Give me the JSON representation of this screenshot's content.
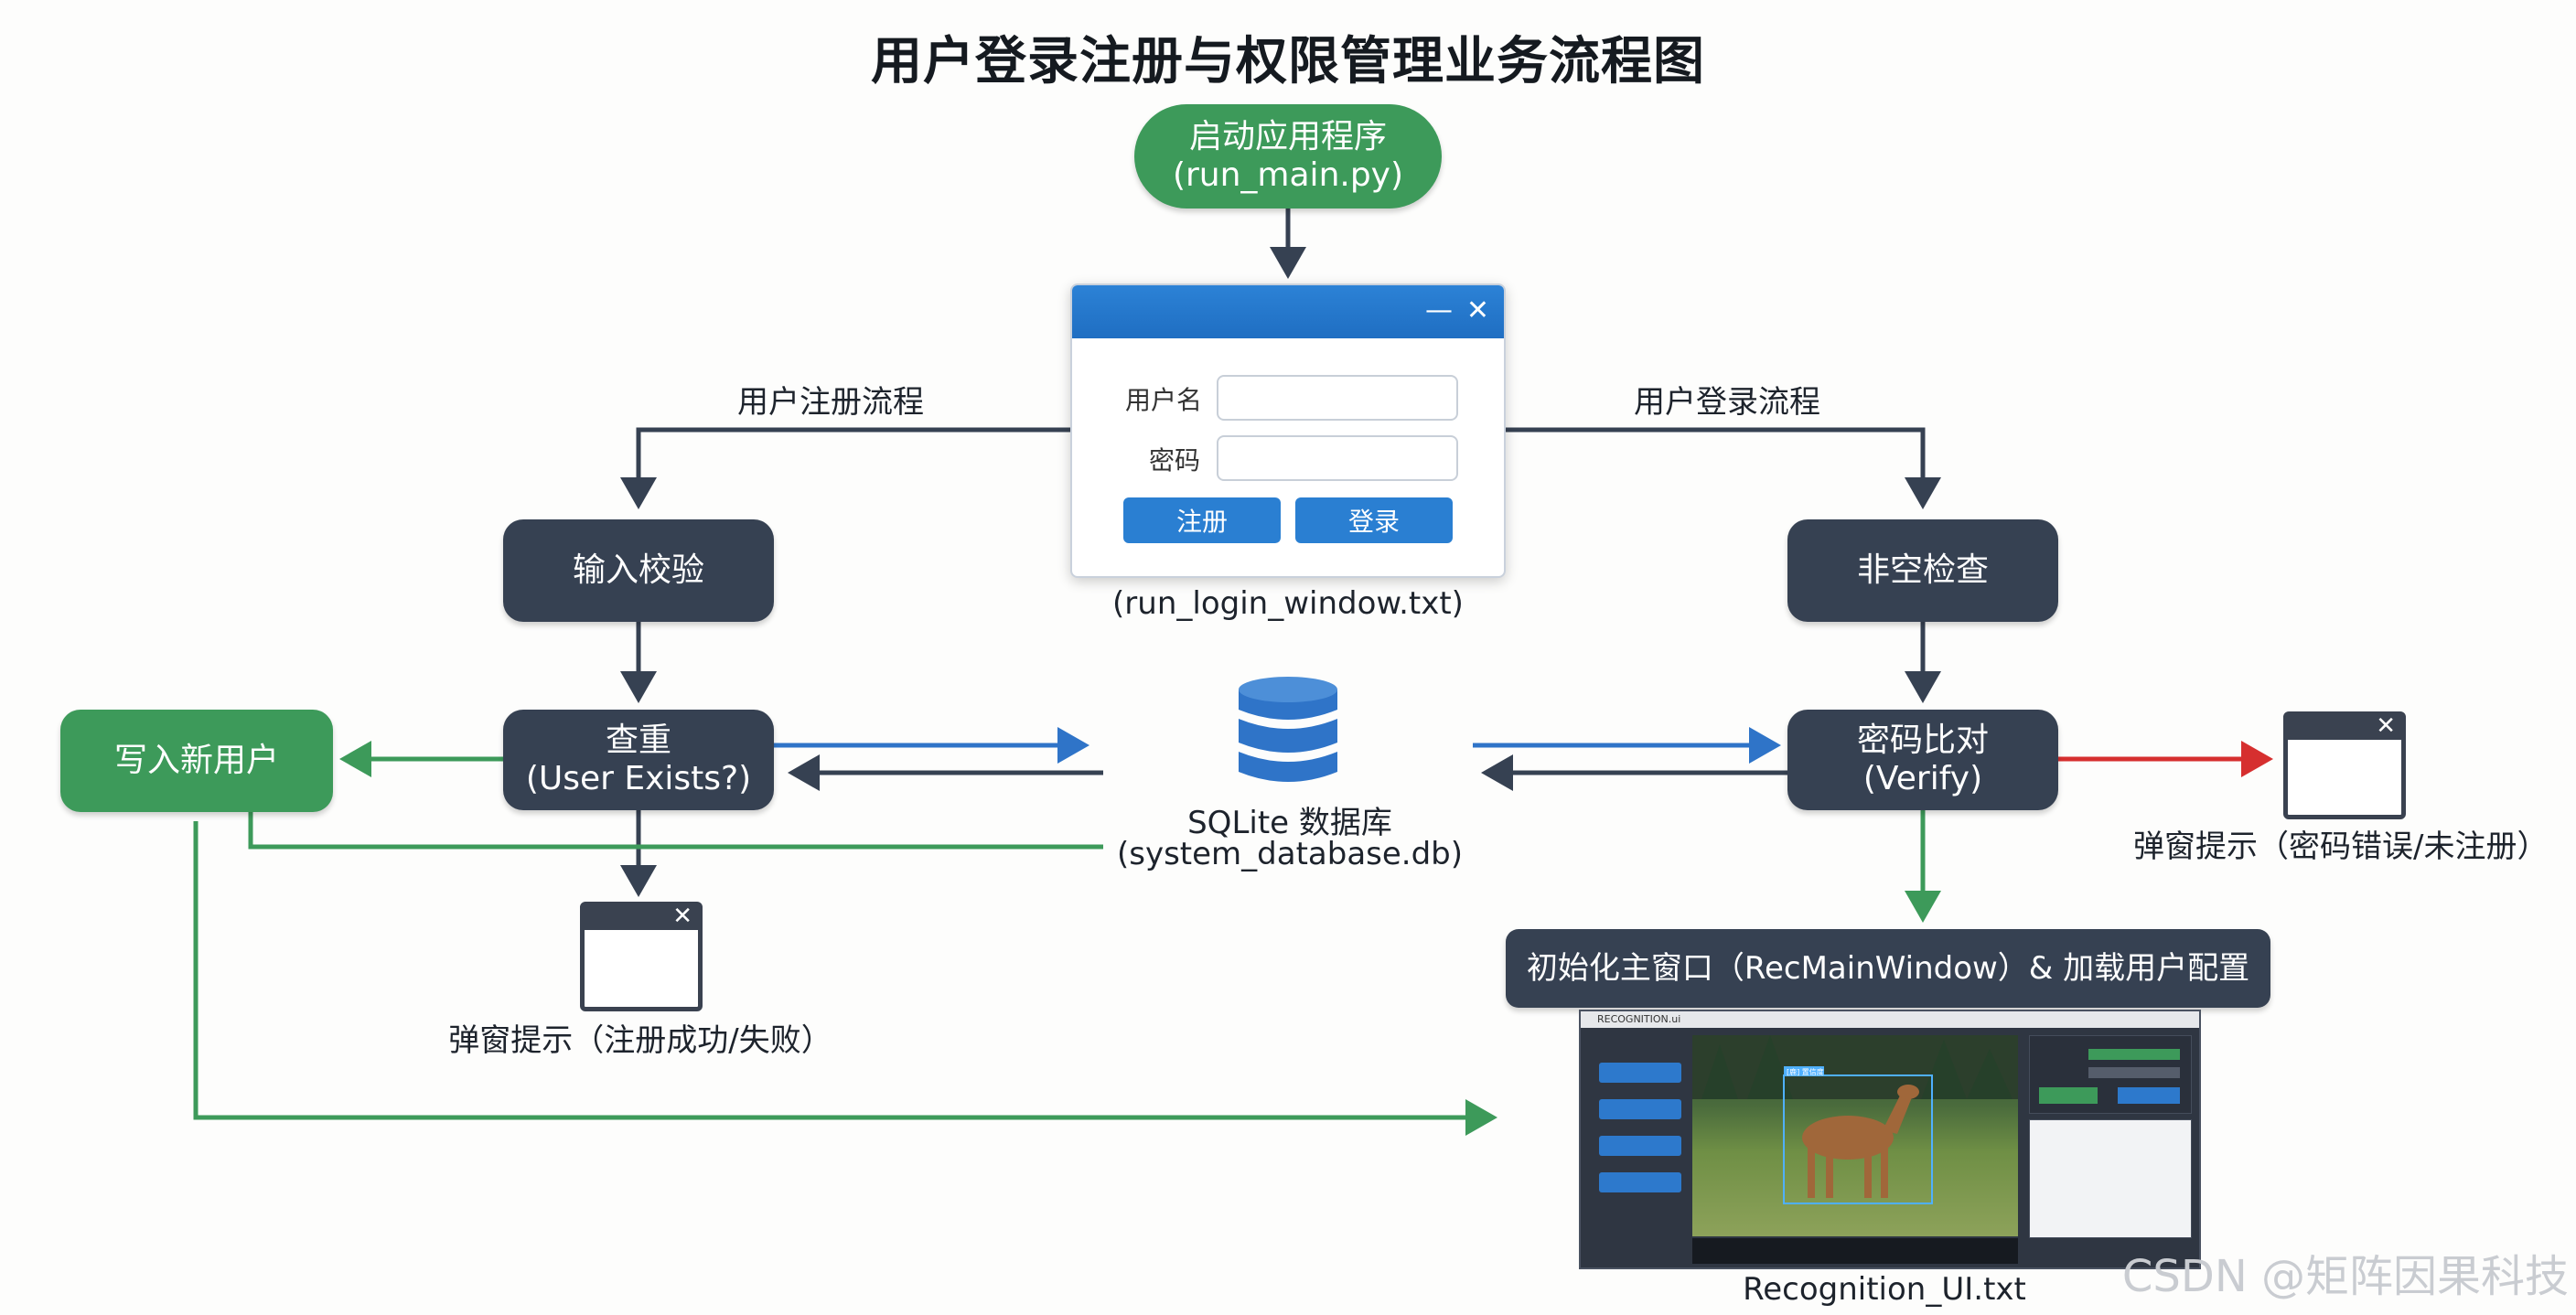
{
  "title": "用户登录注册与权限管理业务流程图",
  "start": {
    "line1": "启动应用程序",
    "line2": "(run_main.py)"
  },
  "login_window": {
    "controls": {
      "minimize": "—",
      "close": "✕"
    },
    "username_label": "用户名",
    "password_label": "密码",
    "register_button": "注册",
    "login_button": "登录",
    "caption": "(run_login_window.txt)"
  },
  "register_flow": {
    "label": "用户注册流程",
    "validate": "输入校验",
    "check_line1": "查重",
    "check_line2": "(User Exists?)",
    "write_user": "写入新用户",
    "popup_caption": "弹窗提示（注册成功/失败）"
  },
  "database": {
    "line1": "SQLite 数据库",
    "line2": "(system_database.db)"
  },
  "login_flow": {
    "label": "用户登录流程",
    "nonempty": "非空检查",
    "verify_line1": "密码比对",
    "verify_line2": "(Verify)",
    "popup_caption": "弹窗提示（密码错误/未注册）",
    "init_main": "初始化主窗口（RecMainWindow）& 加载用户配置"
  },
  "recognition": {
    "caption": "Recognition_UI.txt",
    "window_title": "RECOGNITION.ui",
    "detect_label": "[鹿] 置信度"
  },
  "watermark": "CSDN @矩阵因果科技",
  "colors": {
    "dark": "#364152",
    "green": "#3d9a5a",
    "blue": "#2f74c8",
    "red": "#d62f2f"
  }
}
